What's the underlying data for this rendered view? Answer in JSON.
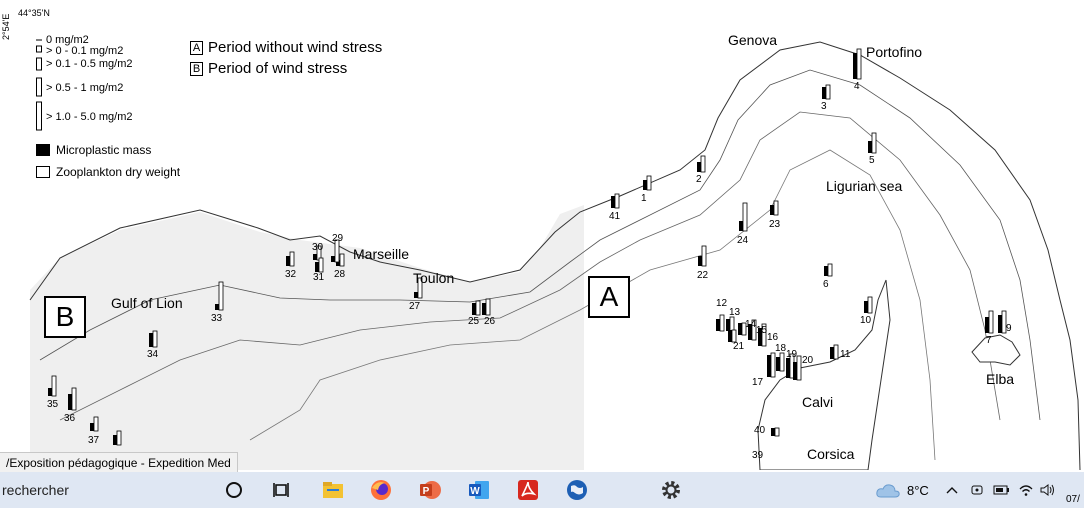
{
  "coords": {
    "latitude": "44°35'N",
    "longitude": "2°54'E"
  },
  "legend": {
    "bar_classes": [
      "0 mg/m2",
      "> 0 - 0.1 mg/m2",
      "> 0.1 - 0.5 mg/m2",
      "> 0.5 - 1 mg/m2",
      "> 1.0 - 5.0 mg/m2"
    ],
    "microplastic": "Microplastic mass",
    "zooplankton": "Zooplankton dry weight",
    "period_a_letter": "A",
    "period_a": "Period without wind stress",
    "period_b_letter": "B",
    "period_b": "Period of wind stress"
  },
  "places": {
    "genova": "Genova",
    "portofino": "Portofino",
    "ligurian_sea": "Ligurian sea",
    "marseille": "Marseille",
    "toulon": "Toulon",
    "gulf_of_lion": "Gulf of Lion",
    "calvi": "Calvi",
    "corsica": "Corsica",
    "elba": "Elba"
  },
  "zones": {
    "a": "A",
    "b": "B"
  },
  "stations": [
    {
      "n": "1"
    },
    {
      "n": "2"
    },
    {
      "n": "3"
    },
    {
      "n": "4"
    },
    {
      "n": "5"
    },
    {
      "n": "6"
    },
    {
      "n": "7"
    },
    {
      "n": "9"
    },
    {
      "n": "10"
    },
    {
      "n": "11"
    },
    {
      "n": "12"
    },
    {
      "n": "13"
    },
    {
      "n": "14"
    },
    {
      "n": "15"
    },
    {
      "n": "16"
    },
    {
      "n": "17"
    },
    {
      "n": "18"
    },
    {
      "n": "19"
    },
    {
      "n": "20"
    },
    {
      "n": "21"
    },
    {
      "n": "22"
    },
    {
      "n": "23"
    },
    {
      "n": "24"
    },
    {
      "n": "25"
    },
    {
      "n": "26"
    },
    {
      "n": "27"
    },
    {
      "n": "28"
    },
    {
      "n": "29"
    },
    {
      "n": "30"
    },
    {
      "n": "31"
    },
    {
      "n": "32"
    },
    {
      "n": "33"
    },
    {
      "n": "34"
    },
    {
      "n": "35"
    },
    {
      "n": "36"
    },
    {
      "n": "37"
    },
    {
      "n": "39"
    },
    {
      "n": "40"
    },
    {
      "n": "41"
    }
  ],
  "statusbar": {
    "text": "/Exposition pédagogique - Expedition Med"
  },
  "taskbar": {
    "search": "rechercher",
    "apps": [
      "start-circle-icon",
      "task-view-icon",
      "file-explorer-icon",
      "firefox-icon",
      "powerpoint-icon",
      "word-icon",
      "acrobat-icon",
      "globe-app-icon",
      "settings-icon"
    ],
    "weather": "8°C",
    "date": "07/"
  },
  "colors": {
    "zone_b_shade": "#efefef",
    "taskbar": "#dfe7f3",
    "bar_fill": "#000000"
  }
}
